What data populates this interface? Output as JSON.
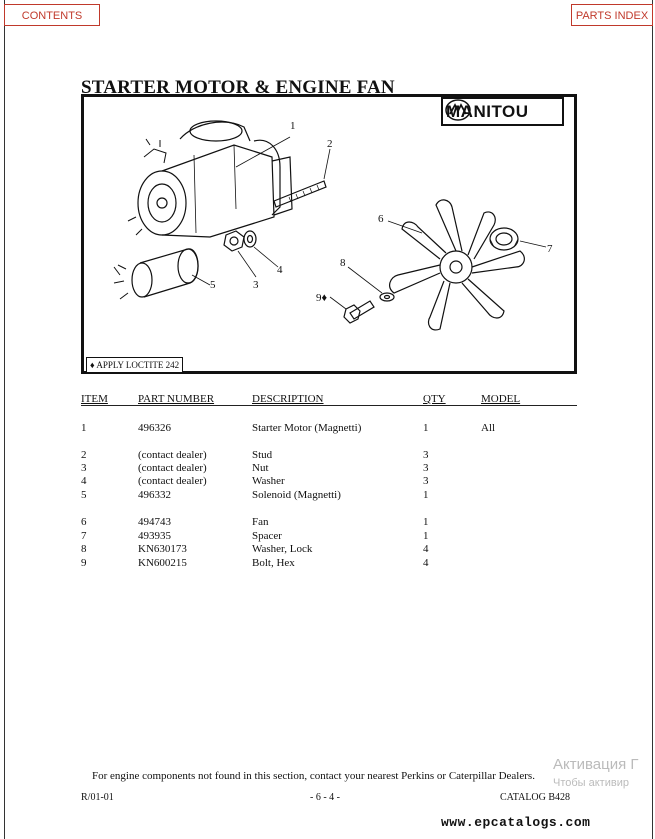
{
  "nav": {
    "contents_label": "CONTENTS",
    "parts_index_label": "PARTS INDEX"
  },
  "title": "STARTER MOTOR & ENGINE FAN",
  "brand": {
    "logo_text": "MANITOU"
  },
  "figure": {
    "callouts": [
      "1",
      "2",
      "3",
      "4",
      "5",
      "6",
      "7",
      "8",
      "9"
    ],
    "callout_9_marker": "9♦",
    "loctite_note": "♦ APPLY LOCTITE 242"
  },
  "table": {
    "headers": {
      "item": "ITEM",
      "part_number": "PART NUMBER",
      "description": "DESCRIPTION",
      "qty": "QTY",
      "model": "MODEL"
    },
    "rows": [
      {
        "item": "1",
        "part": "496326",
        "desc": "Starter Motor (Magnetti)",
        "qty": "1",
        "model": "All"
      },
      {
        "item": "2",
        "part": "(contact dealer)",
        "desc": "Stud",
        "qty": "3",
        "model": ""
      },
      {
        "item": "3",
        "part": "(contact dealer)",
        "desc": "Nut",
        "qty": "3",
        "model": ""
      },
      {
        "item": "4",
        "part": "(contact dealer)",
        "desc": "Washer",
        "qty": "3",
        "model": ""
      },
      {
        "item": "5",
        "part": "496332",
        "desc": "Solenoid (Magnetti)",
        "qty": "1",
        "model": ""
      },
      {
        "item": "6",
        "part": "494743",
        "desc": "Fan",
        "qty": "1",
        "model": ""
      },
      {
        "item": "7",
        "part": "493935",
        "desc": "Spacer",
        "qty": "1",
        "model": ""
      },
      {
        "item": "8",
        "part": "KN630173",
        "desc": "Washer, Lock",
        "qty": "4",
        "model": ""
      },
      {
        "item": "9",
        "part": "KN600215",
        "desc": "Bolt, Hex",
        "qty": "4",
        "model": ""
      }
    ]
  },
  "footer": {
    "note": "For engine components not found in this section, contact your nearest Perkins or Caterpillar Dealers.",
    "revision": "R/01-01",
    "page": "- 6 - 4 -",
    "catalog": "CATALOG B428"
  },
  "overlay": {
    "activation_line1": "Активация Г",
    "activation_line2": "Чтобы активир",
    "site_url": "www.epcatalogs.com"
  }
}
